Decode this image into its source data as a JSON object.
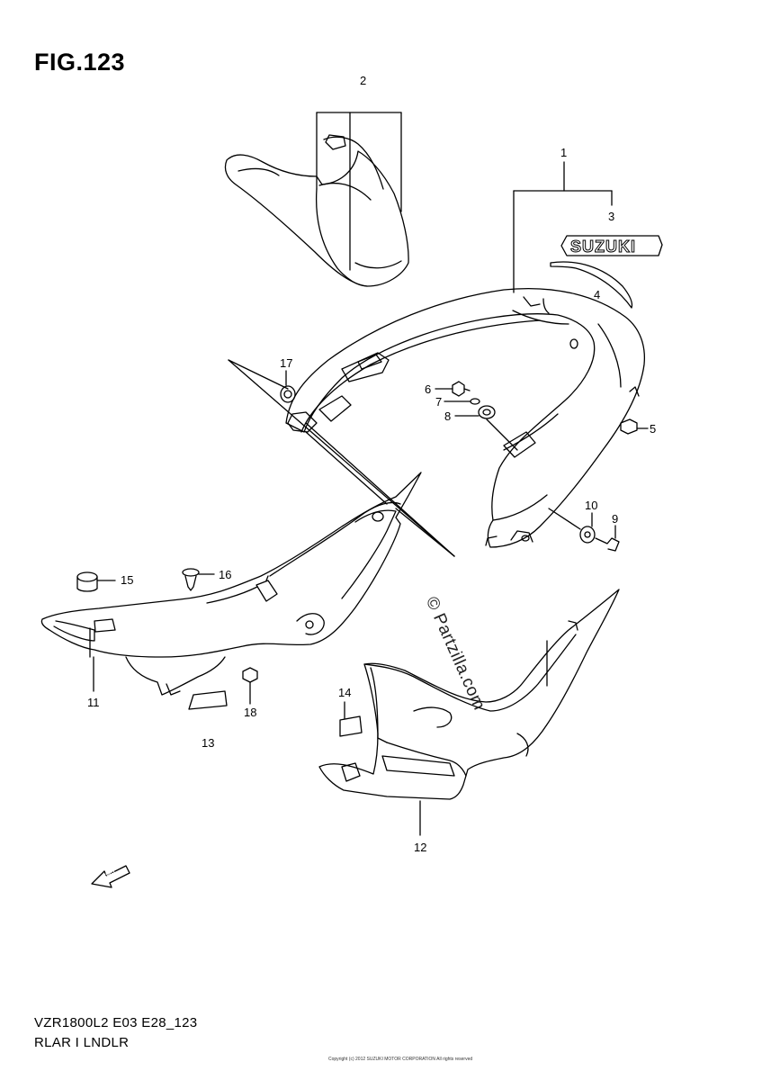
{
  "figure": {
    "title": "FIG.123"
  },
  "callouts": [
    {
      "id": "c1",
      "text": "1"
    },
    {
      "id": "c2",
      "text": "2"
    },
    {
      "id": "c3",
      "text": "3"
    },
    {
      "id": "c4",
      "text": "4"
    },
    {
      "id": "c5",
      "text": "5"
    },
    {
      "id": "c6",
      "text": "6"
    },
    {
      "id": "c7",
      "text": "7"
    },
    {
      "id": "c8",
      "text": "8"
    },
    {
      "id": "c9",
      "text": "9"
    },
    {
      "id": "c10",
      "text": "10"
    },
    {
      "id": "c11",
      "text": "11"
    },
    {
      "id": "c12",
      "text": "12"
    },
    {
      "id": "c13",
      "text": "13"
    },
    {
      "id": "c14",
      "text": "14"
    },
    {
      "id": "c15",
      "text": "15"
    },
    {
      "id": "c16",
      "text": "16"
    },
    {
      "id": "c17",
      "text": "17"
    },
    {
      "id": "c18",
      "text": "18"
    }
  ],
  "decal_text": "SUZUKI",
  "fwd_label": "FWD",
  "watermark": "© Partzilla.com",
  "footer": {
    "model_code": "VZR1800L2 E03 E28_123",
    "section_name": "RLAR I LNDLR",
    "copyright": "Copyright (c) 2012 SUZUKI MOTOR CORPORATION All rights reserved"
  }
}
